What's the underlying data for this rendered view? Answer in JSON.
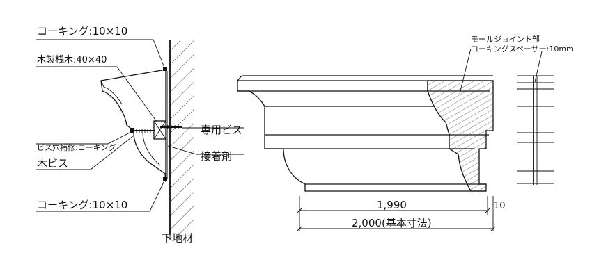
{
  "left_section": {
    "caulking_top": "コーキング:10×10",
    "wood_batten": "木製桟木:40×40",
    "screw_hole_repair": "ビス穴補修:コーキング",
    "wood_screw": "木ビス",
    "caulking_bottom": "コーキング:10×10",
    "special_screw": "専用ビス",
    "adhesive": "接着剤",
    "substrate": "下地材"
  },
  "right_section": {
    "molding_joint_line1": "モールジョイント部",
    "molding_joint_line2": "コーキングスペーサー:10mm",
    "dim_length": "1,990",
    "dim_gap": "10",
    "dim_total": "2,000(基本寸法)"
  }
}
